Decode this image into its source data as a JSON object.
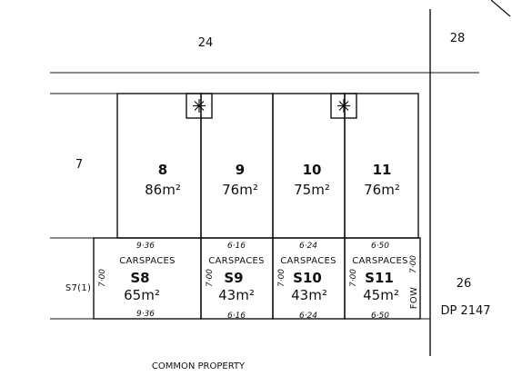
{
  "adjoining": {
    "north": "24",
    "north_east": "28",
    "west": "7",
    "east": "26",
    "east_plan": "DP 2147"
  },
  "lots": [
    {
      "number": "8",
      "area": "86m²"
    },
    {
      "number": "9",
      "area": "76m²"
    },
    {
      "number": "10",
      "area": "75m²"
    },
    {
      "number": "11",
      "area": "76m²"
    }
  ],
  "carspaces": [
    {
      "heading": "CARSPACES",
      "id": "S8",
      "area": "65m²",
      "top_dim": "9·36",
      "bottom_dim": "9·36",
      "side_dim": "7·00"
    },
    {
      "heading": "CARSPACES",
      "id": "S9",
      "area": "43m²",
      "top_dim": "6·16",
      "bottom_dim": "6·16",
      "side_dim": "7·00"
    },
    {
      "heading": "CARSPACES",
      "id": "S10",
      "area": "43m²",
      "top_dim": "6·24",
      "bottom_dim": "6·24",
      "side_dim": "7·00"
    },
    {
      "heading": "CARSPACES",
      "id": "S11",
      "area": "45m²",
      "top_dim": "6·50",
      "bottom_dim": "6·50",
      "side_dim": "7·00"
    }
  ],
  "labels": {
    "easement": "S7(1)",
    "east_dim": "7·00",
    "fow": "FOW",
    "common_property": "COMMON PROPERTY"
  }
}
